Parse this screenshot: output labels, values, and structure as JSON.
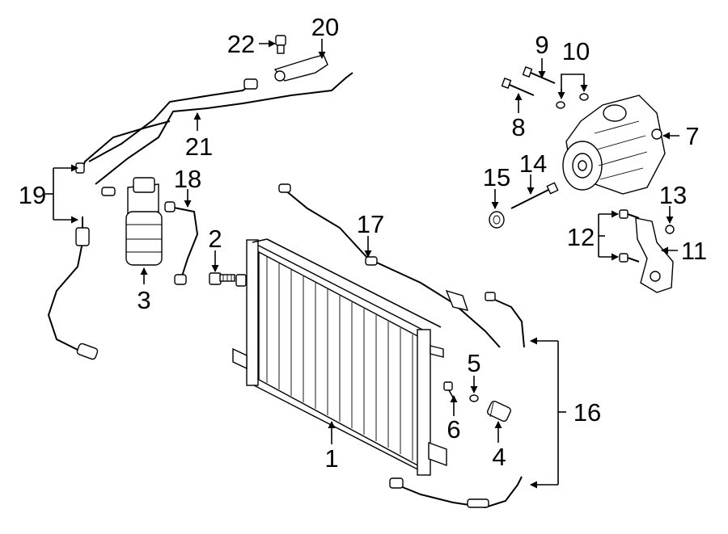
{
  "callouts": {
    "c1": "1",
    "c2": "2",
    "c3": "3",
    "c4": "4",
    "c5": "5",
    "c6": "6",
    "c7": "7",
    "c8": "8",
    "c9": "9",
    "c10": "10",
    "c11": "11",
    "c12": "12",
    "c13": "13",
    "c14": "14",
    "c15": "15",
    "c16": "16",
    "c17": "17",
    "c18": "18",
    "c19": "19",
    "c20": "20",
    "c21": "21",
    "c22": "22"
  }
}
